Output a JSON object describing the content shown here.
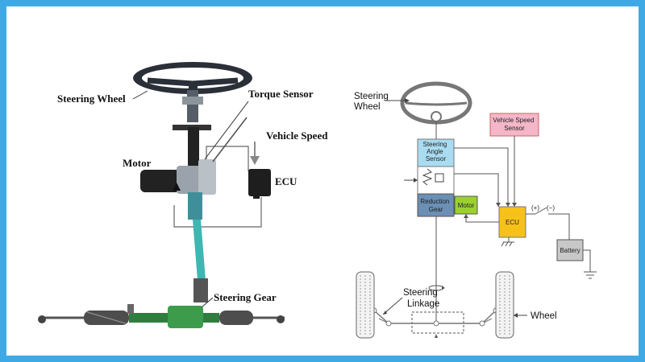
{
  "left_diagram": {
    "labels": {
      "steering_wheel": "Steering Wheel",
      "torque_sensor": "Torque Sensor",
      "vehicle_speed": "Vehicle Speed",
      "motor": "Motor",
      "ecu": "ECU",
      "steering_gear": "Steering Gear"
    }
  },
  "right_diagram": {
    "labels": {
      "steering_wheel_line1": "Steering",
      "steering_wheel_line2": "Wheel",
      "steering_angle_sensor_line1": "Steering",
      "steering_angle_sensor_line2": "Angle",
      "steering_angle_sensor_line3": "Sensor",
      "vehicle_speed_sensor_line1": "Vehicle Speed",
      "vehicle_speed_sensor_line2": "Sensor",
      "reduction_gear_line1": "Reduction",
      "reduction_gear_line2": "Gear",
      "motor": "Motor",
      "ecu": "ECU",
      "battery": "Battery",
      "plus": "(+)",
      "minus": "(−)",
      "steering_linkage_line1": "Steering",
      "steering_linkage_line2": "Linkage",
      "wheel": "Wheel"
    },
    "colors": {
      "steering_angle_sensor": "#a9dcf0",
      "vehicle_speed_sensor": "#f4b6c8",
      "reduction_gear": "#6b8fb5",
      "motor": "#9bd12d",
      "ecu": "#f6c21a",
      "battery": "#c8c8c8"
    }
  }
}
